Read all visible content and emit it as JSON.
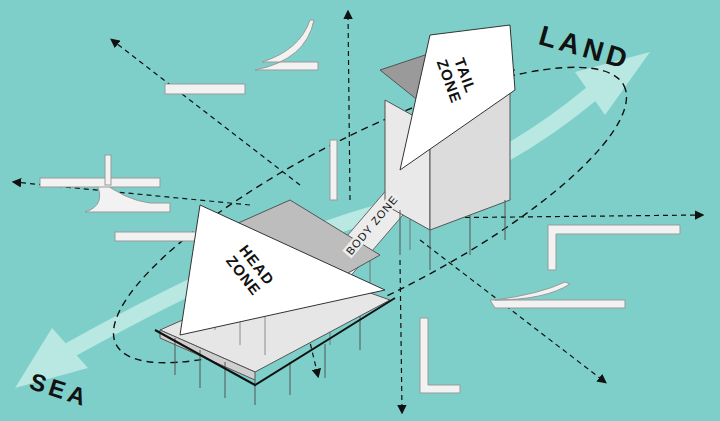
{
  "diagram": {
    "nodes": [
      {
        "text": [
          "HEAD ZONE"
        ]
      },
      {
        "text": [
          "TAIL ZONE"
        ]
      }
    ],
    "labels": [
      "LAND",
      "SEA",
      "BODY ZONE"
    ]
  }
}
